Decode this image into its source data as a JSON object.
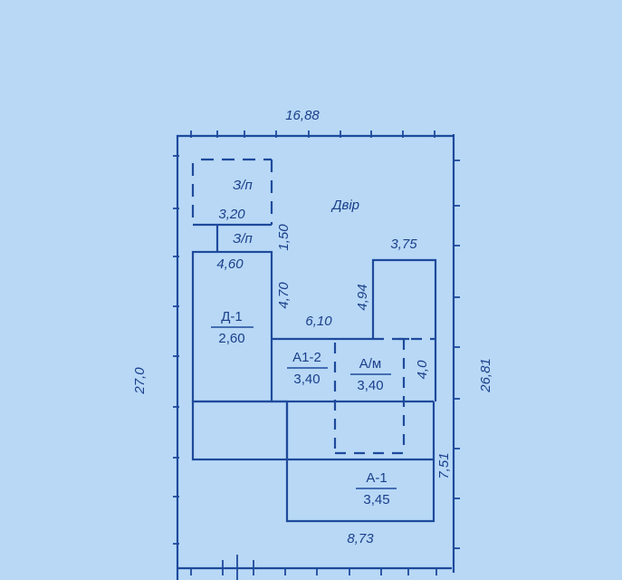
{
  "plan": {
    "colors": {
      "background": "#b8d8f6",
      "ink": "#1e4a9c",
      "text": "#1a3f8a"
    },
    "yard_label": "Двір",
    "dimensions": {
      "top_width": "16,88",
      "left_height": "27,0",
      "right_height": "26,81",
      "bottom_right_height": "7,51",
      "bottom_width": "8,73",
      "zp_width": "3,20",
      "zp_height": "1,50",
      "d1_width": "4,60",
      "d1_side": "4,70",
      "middle_width": "6,10",
      "tower_height": "4,94",
      "tower_width": "3,75",
      "am_side": "4,0"
    },
    "buildings": [
      {
        "id": "zp_dashed",
        "code": "З/п",
        "height": null
      },
      {
        "id": "zp_small",
        "code": "З/п",
        "height": null
      },
      {
        "id": "d1",
        "code": "Д-1",
        "height": "2,60"
      },
      {
        "id": "a1_2",
        "code": "А1-2",
        "height": "3,40"
      },
      {
        "id": "am",
        "code": "А/м",
        "height": "3,40"
      },
      {
        "id": "a1",
        "code": "А-1",
        "height": "3,45"
      }
    ]
  }
}
